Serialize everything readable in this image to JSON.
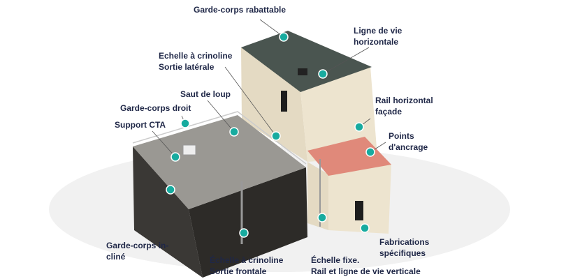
{
  "colors": {
    "text": "#1f2747",
    "marker": "#17ab9f",
    "roof_green": "#4a5550",
    "wall_cream": "#ede4cf",
    "cladding_dark": "#2d2b28",
    "roof_tile": "#e0897a",
    "gravel": "#9a9893"
  },
  "labels": {
    "garde_corps_rabattable": [
      "Garde-corps rabattable"
    ],
    "ligne_de_vie_horizontale": [
      "Ligne de vie",
      "horizontale"
    ],
    "echelle_sortie_laterale": [
      "Echelle à crinoline",
      "Sortie latérale"
    ],
    "saut_de_loup": [
      "Saut de loup"
    ],
    "garde_corps_droit": [
      "Garde-corps droit"
    ],
    "support_cta": [
      "Support CTA"
    ],
    "rail_horizontal_facade": [
      "Rail horizontal",
      "façade"
    ],
    "points_ancrage": [
      "Points",
      "d'ancrage"
    ],
    "garde_corps_incline": [
      "Garde-corps in-",
      "cliné"
    ],
    "echelle_sortie_frontale": [
      "Échelle à crinoline",
      "Sortie frontale"
    ],
    "echelle_fixe": [
      "Échelle fixe.",
      "Rail et ligne de vie verticale"
    ],
    "fabrications_specifiques": [
      "Fabrications",
      "spécifiques"
    ]
  }
}
